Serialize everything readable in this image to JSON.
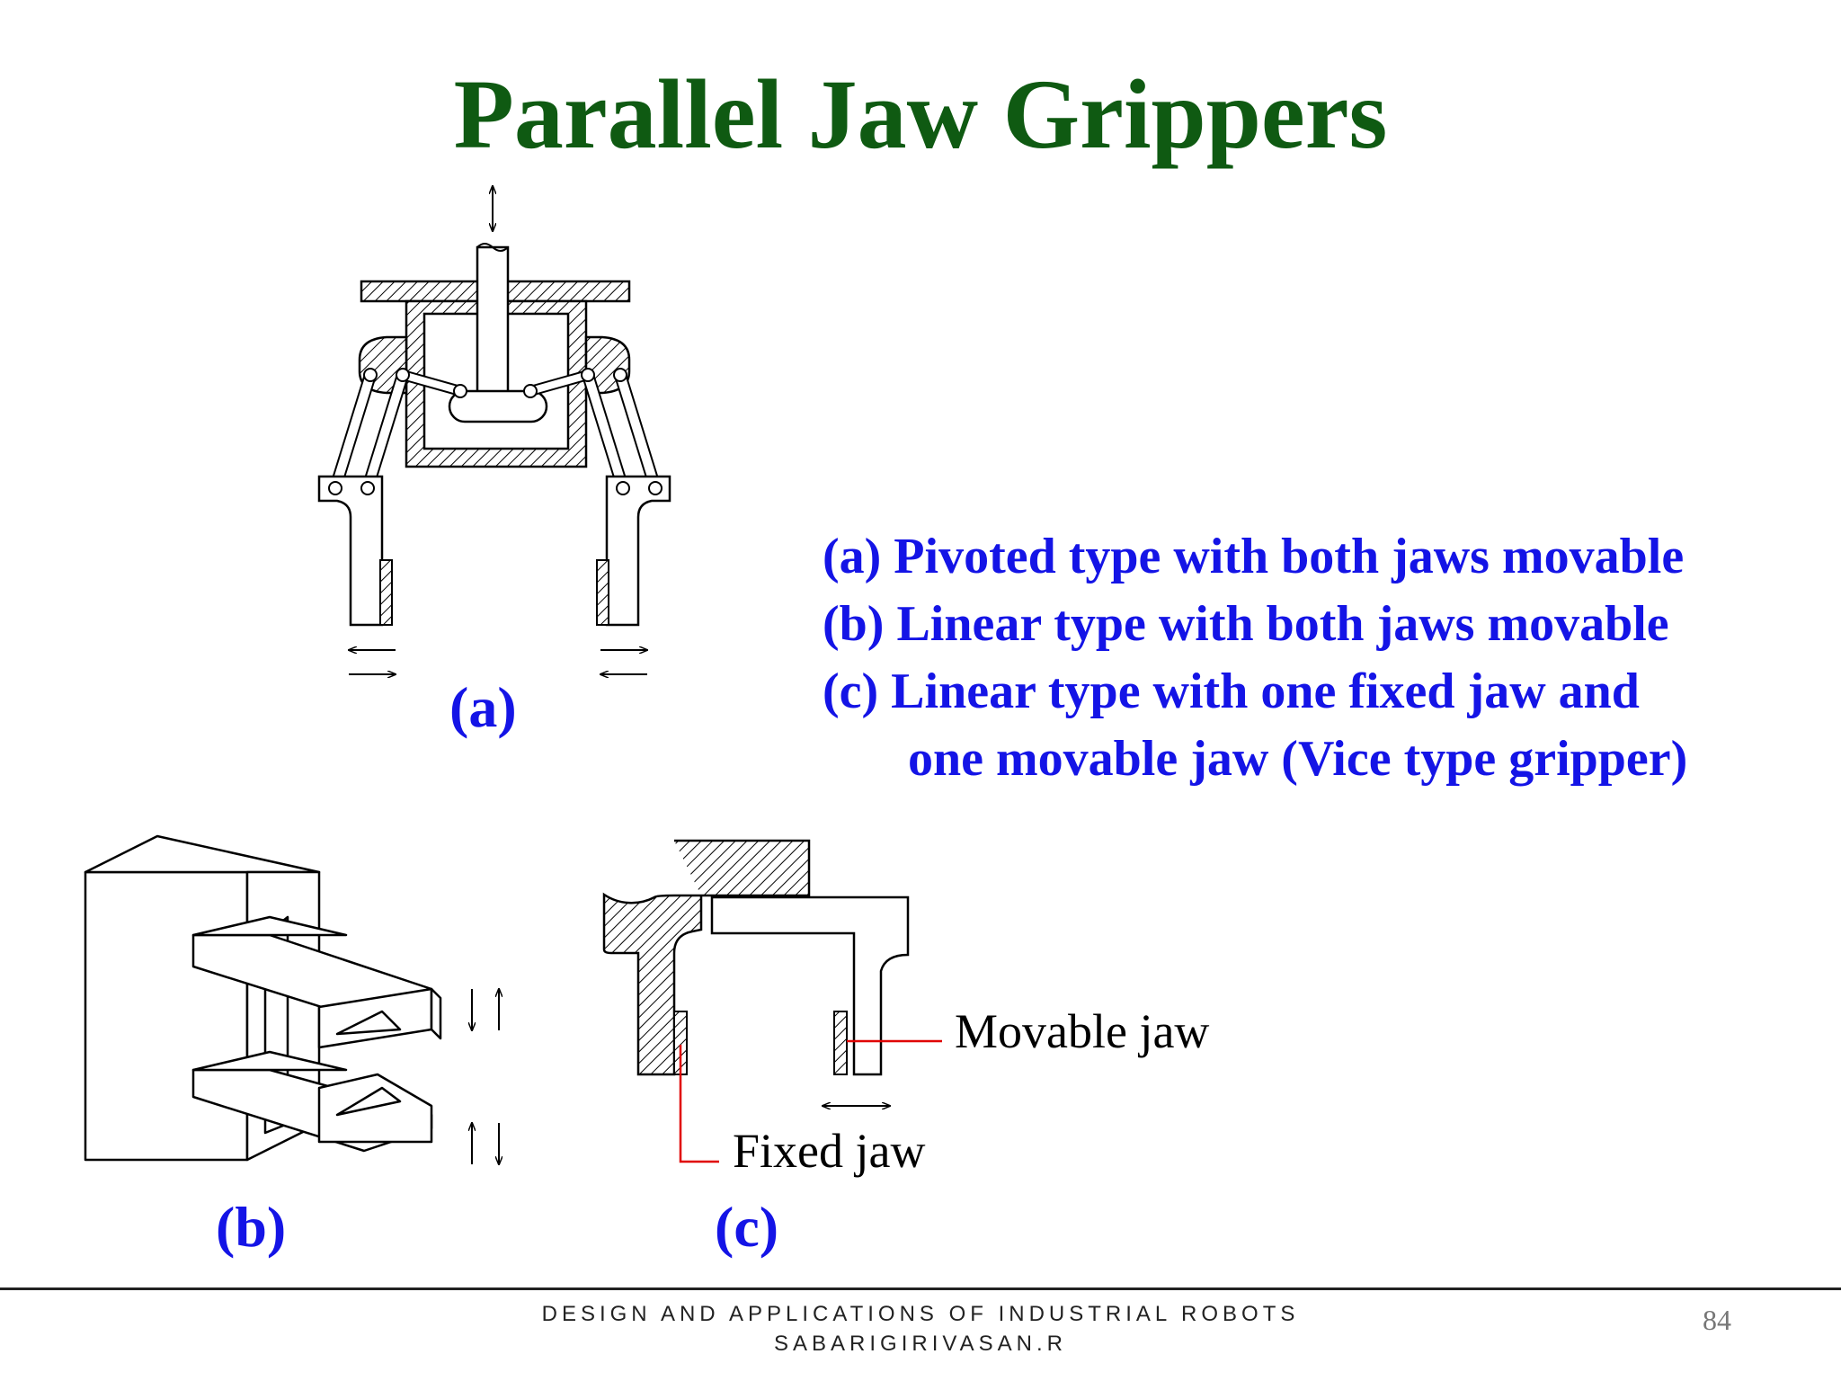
{
  "slide": {
    "title": "Parallel Jaw Grippers",
    "descriptions": [
      "(a) Pivoted type with both jaws movable",
      "(b) Linear type with both jaws movable",
      "(c) Linear type with one fixed jaw and",
      "one movable jaw (Vice type gripper)"
    ]
  },
  "figures": {
    "a": {
      "label": "(a)"
    },
    "b": {
      "label": "(b)"
    },
    "c": {
      "label": "(c)",
      "movable_jaw": "Movable jaw",
      "fixed_jaw": "Fixed jaw"
    }
  },
  "footer": {
    "line1": "DESIGN AND APPLICATIONS OF INDUSTRIAL ROBOTS",
    "line2": "SABARIGIRIVASAN.R",
    "page_number": "84"
  },
  "colors": {
    "title": "#0f5a12",
    "description_text": "#1414e6",
    "callout_line": "#e00000"
  }
}
